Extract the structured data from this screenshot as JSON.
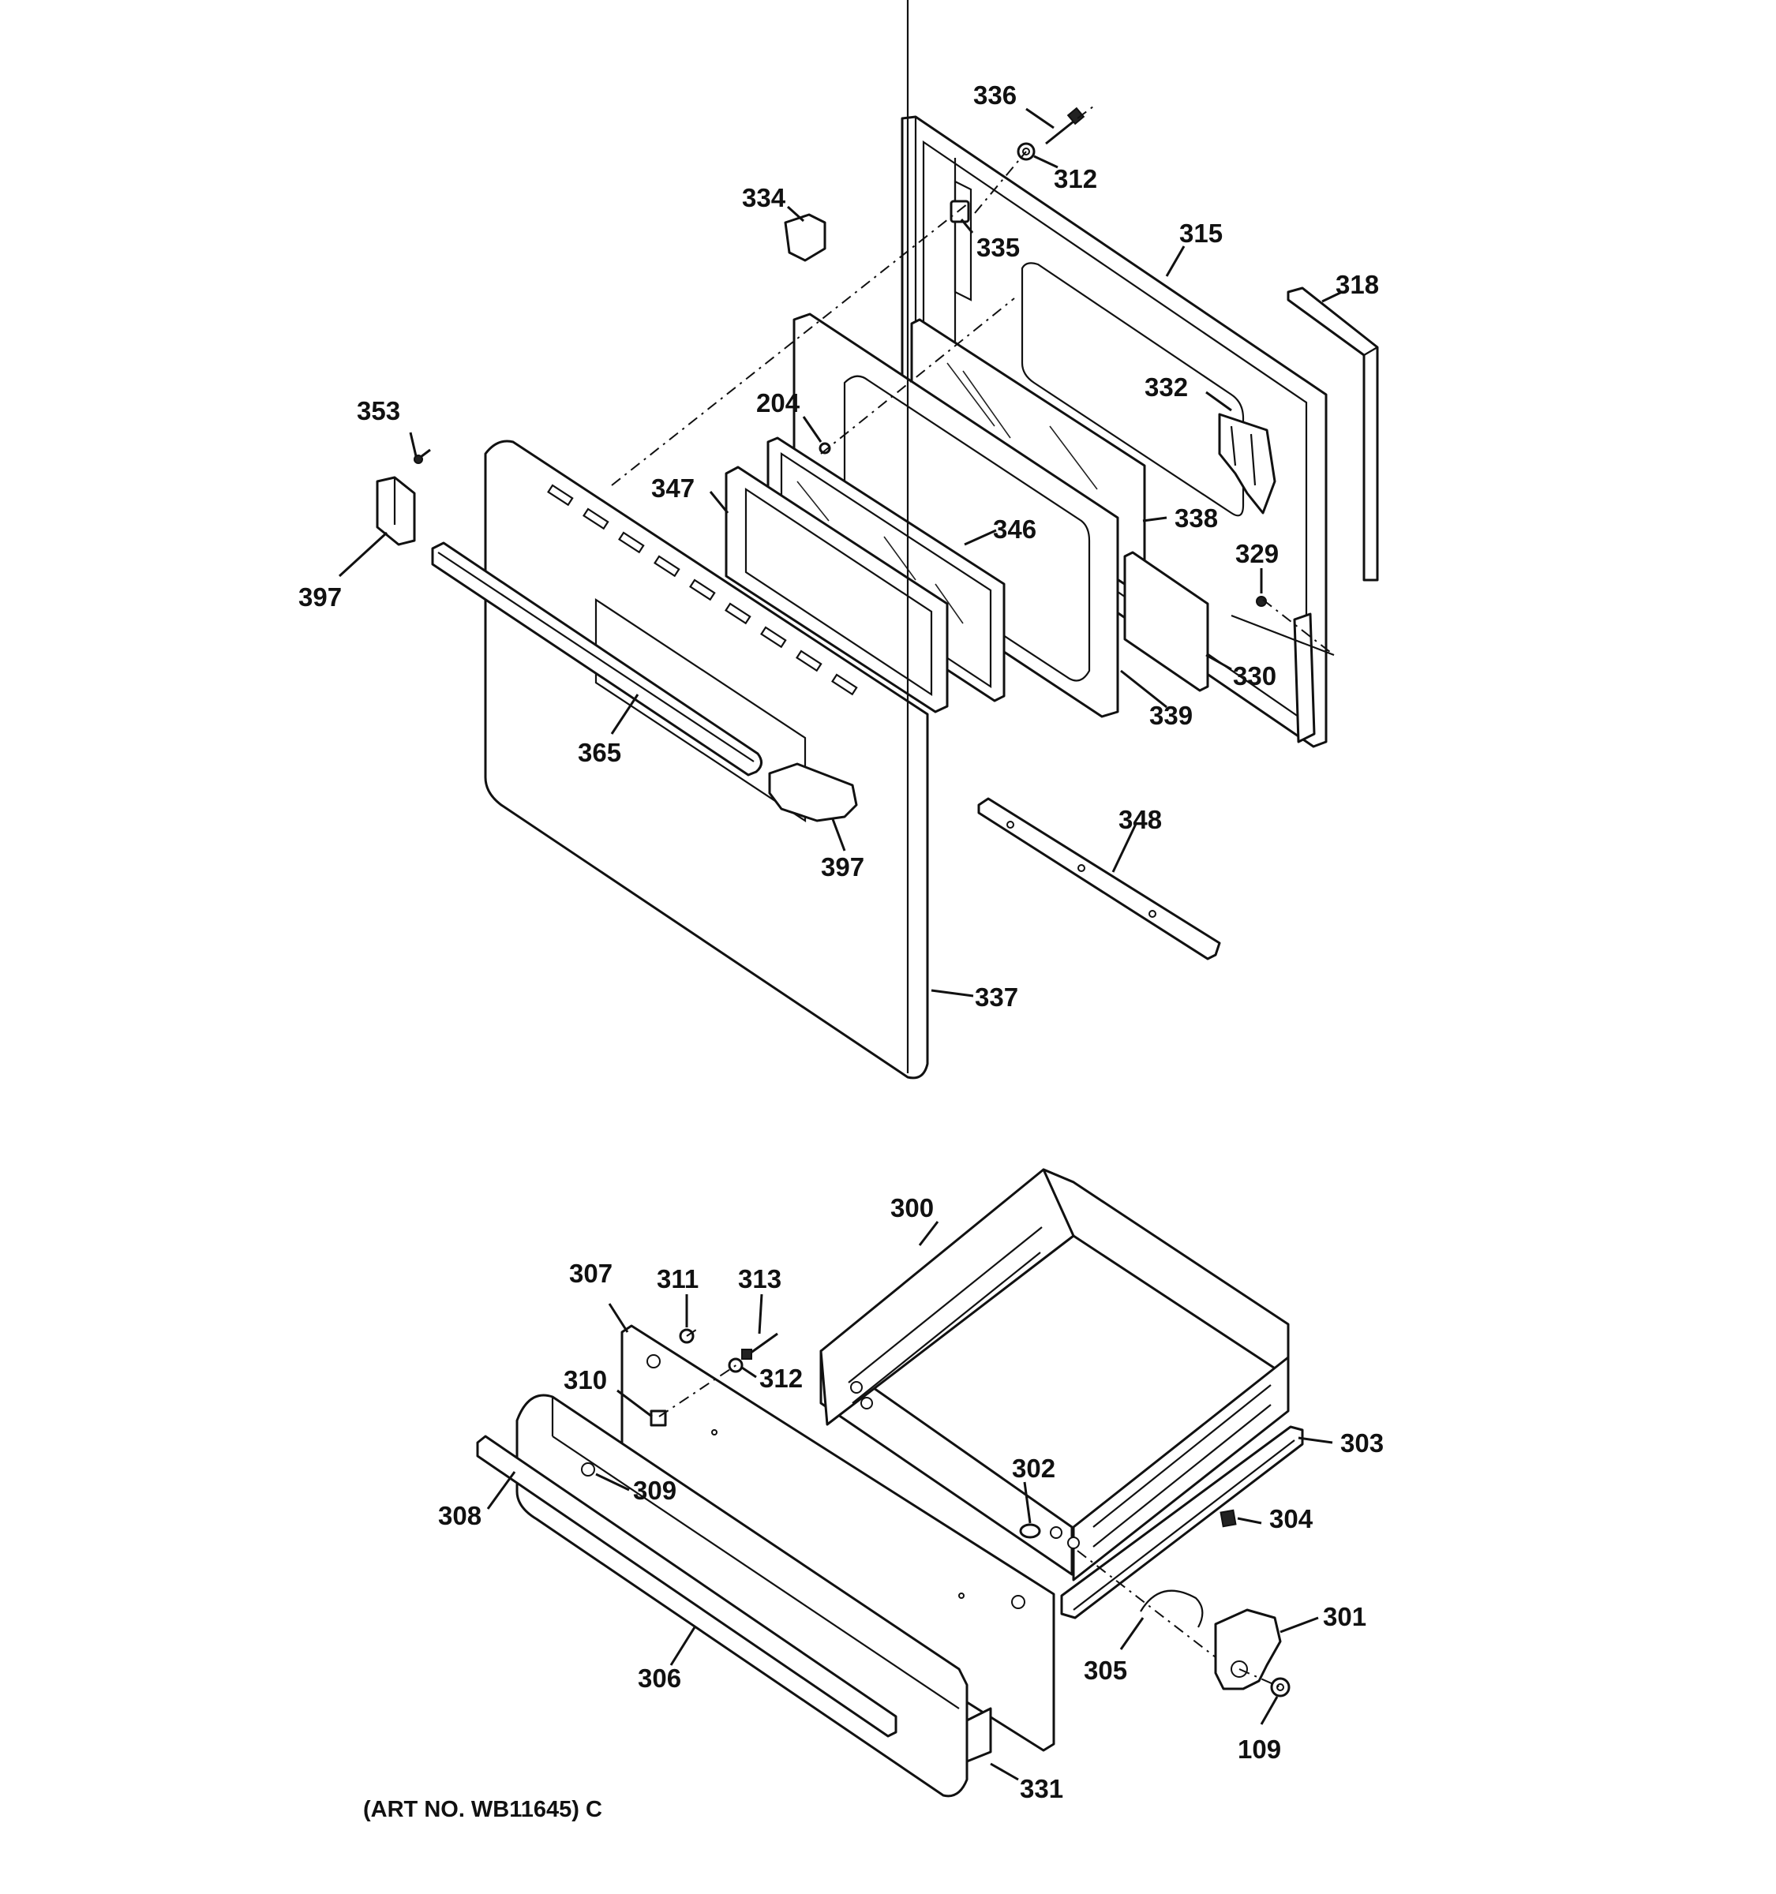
{
  "diagram": {
    "art_number": "(ART NO. WB11645) C",
    "callouts": [
      {
        "id": "c336",
        "text": "336"
      },
      {
        "id": "c312a",
        "text": "312"
      },
      {
        "id": "c334",
        "text": "334"
      },
      {
        "id": "c335",
        "text": "335"
      },
      {
        "id": "c315",
        "text": "315"
      },
      {
        "id": "c318",
        "text": "318"
      },
      {
        "id": "c353",
        "text": "353"
      },
      {
        "id": "c204",
        "text": "204"
      },
      {
        "id": "c332",
        "text": "332"
      },
      {
        "id": "c347",
        "text": "347"
      },
      {
        "id": "c346",
        "text": "346"
      },
      {
        "id": "c338",
        "text": "338"
      },
      {
        "id": "c329",
        "text": "329"
      },
      {
        "id": "c397a",
        "text": "397"
      },
      {
        "id": "c330",
        "text": "330"
      },
      {
        "id": "c339",
        "text": "339"
      },
      {
        "id": "c365",
        "text": "365"
      },
      {
        "id": "c348",
        "text": "348"
      },
      {
        "id": "c397b",
        "text": "397"
      },
      {
        "id": "c337",
        "text": "337"
      },
      {
        "id": "c300",
        "text": "300"
      },
      {
        "id": "c307",
        "text": "307"
      },
      {
        "id": "c311",
        "text": "311"
      },
      {
        "id": "c313",
        "text": "313"
      },
      {
        "id": "c310",
        "text": "310"
      },
      {
        "id": "c312b",
        "text": "312"
      },
      {
        "id": "c303",
        "text": "303"
      },
      {
        "id": "c302",
        "text": "302"
      },
      {
        "id": "c309",
        "text": "309"
      },
      {
        "id": "c308",
        "text": "308"
      },
      {
        "id": "c304",
        "text": "304"
      },
      {
        "id": "c301",
        "text": "301"
      },
      {
        "id": "c305",
        "text": "305"
      },
      {
        "id": "c306",
        "text": "306"
      },
      {
        "id": "c109",
        "text": "109"
      },
      {
        "id": "c331",
        "text": "331"
      }
    ]
  }
}
